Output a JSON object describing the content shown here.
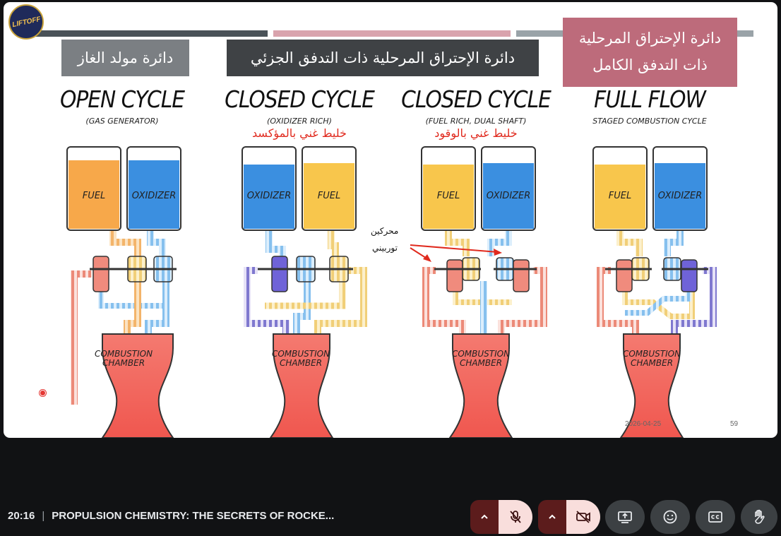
{
  "slide": {
    "logo_text": "LIFTOFF",
    "banners": {
      "open": "دائرة مولد الغاز",
      "partial": "دائرة الإحتراق المرحلية ذات التدفق الجزئي",
      "full_line1": "دائرة الإحتراق المرحلية",
      "full_line2": "ذات التدفق الكامل"
    },
    "cycles": [
      {
        "title": "OPEN CYCLE",
        "subtitle": "(GAS GENERATOR)",
        "arabic": "",
        "tank_left": "FUEL",
        "tank_right": "OXIDIZER",
        "chamber1": "COMBUSTION",
        "chamber2": "CHAMBER"
      },
      {
        "title": "CLOSED CYCLE",
        "subtitle": "(OXIDIZER RICH)",
        "arabic": "خليط غني بالمؤكسد",
        "tank_left": "OXIDIZER",
        "tank_right": "FUEL",
        "chamber1": "COMBUSTION",
        "chamber2": "CHAMBER"
      },
      {
        "title": "CLOSED CYCLE",
        "subtitle": "(FUEL RICH, DUAL SHAFT)",
        "arabic": "خليط غني بالوقود",
        "tank_left": "FUEL",
        "tank_right": "OXIDIZER",
        "chamber1": "COMBUSTION",
        "chamber2": "CHAMBER"
      },
      {
        "title": "FULL FLOW",
        "subtitle": "STAGED COMBUSTION CYCLE",
        "arabic": "",
        "tank_left": "FUEL",
        "tank_right": "OXIDIZER",
        "chamber1": "COMBUSTION",
        "chamber2": "CHAMBER"
      }
    ],
    "annotation_line1": "محركين",
    "annotation_line2": "توربيني",
    "date": "2026-04-25",
    "page_number": "59"
  },
  "meeting": {
    "time": "20:16",
    "title": "PROPULSION CHEMISTRY: THE SECRETS OF ROCKE..."
  },
  "controls": {
    "mic_state": "muted",
    "camera_state": "off"
  },
  "colors": {
    "fuel_orange": "#f7a84a",
    "fuel_yellow": "#f8c64c",
    "oxidizer_blue": "#3b8fe0",
    "chamber_red": "#f0655d",
    "muted_red": "#5c1c1c",
    "muted_pink": "#f9dedc",
    "control_gray": "#3c4043"
  }
}
